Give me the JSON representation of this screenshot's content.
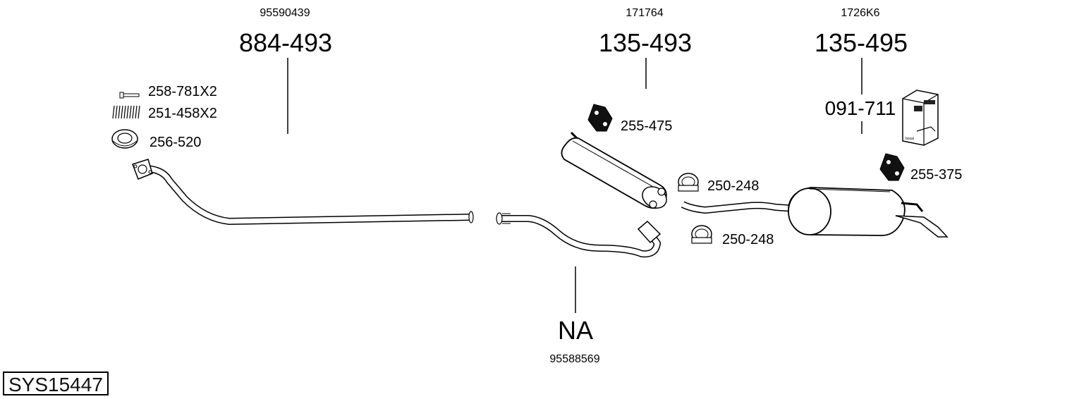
{
  "system_code": "SYS15447",
  "groups": {
    "front_pipe": {
      "oem": "95590439",
      "part": "884-493"
    },
    "front_silencer": {
      "oem": "171764",
      "part": "135-493"
    },
    "rear_silencer": {
      "oem": "1726K6",
      "part": "135-495"
    },
    "middle_pipe": {
      "oem": "95588569",
      "part": "NA"
    }
  },
  "accessories": {
    "bolt": "258-781X2",
    "spring": "251-458X2",
    "gasket": "256-520",
    "rubber_front": "255-475",
    "clamp_upper": "250-248",
    "clamp_lower": "250-248",
    "rubber_rear": "255-375",
    "mounting_kit": "091-711"
  },
  "kit_box_text": "bosal"
}
